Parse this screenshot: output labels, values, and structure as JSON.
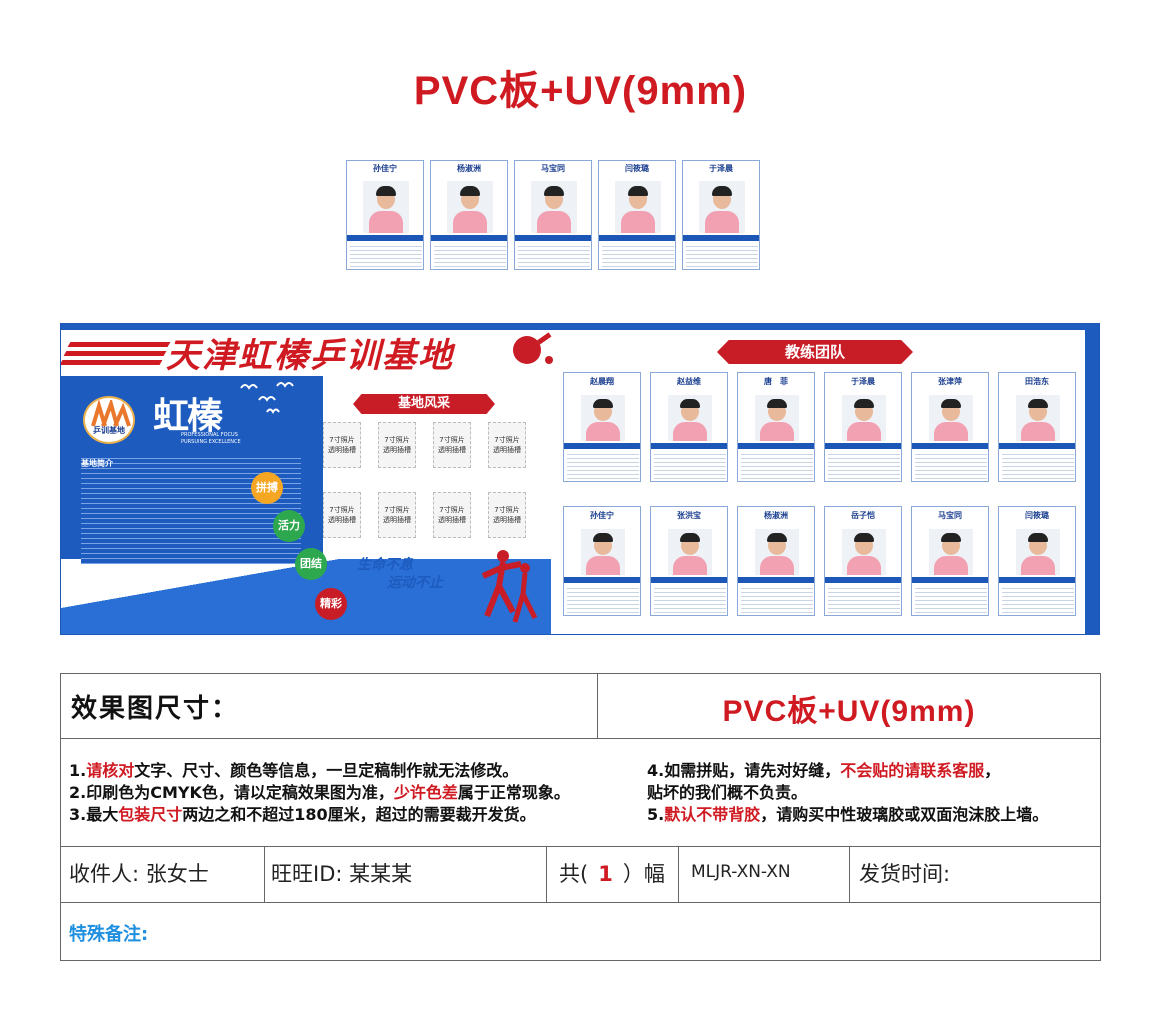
{
  "top_title": "PVC板+UV(9mm)",
  "preview_cards": [
    {
      "name": "孙佳宁"
    },
    {
      "name": "杨淑洲"
    },
    {
      "name": "马宝同"
    },
    {
      "name": "闫筱璐"
    },
    {
      "name": "于泽晨"
    }
  ],
  "banner": {
    "title": "天津虹榛乒训基地",
    "section_style": "基地风采",
    "section_team": "教练团队",
    "brand_char": "虹榛",
    "brand_en": "PROFESSIONAL FOCUS\nPURSUING EXCELLENCE",
    "logo_text": "乒训基地",
    "intro_title": "基地简介",
    "photo_slot_label": "7寸照片\n透明插槽",
    "values": [
      "拼搏",
      "活力",
      "团结",
      "精彩"
    ],
    "slogan_line1": "生命不息",
    "slogan_line2": "运动不止",
    "coaches_row1": [
      "赵晨翔",
      "赵益维",
      "唐　菲",
      "于泽晨",
      "张津萍",
      "田浩东"
    ],
    "coaches_row2": [
      "孙佳宁",
      "张洪宝",
      "杨淑洲",
      "岳子恺",
      "马宝同",
      "闫筱璐"
    ]
  },
  "colors": {
    "brand_red": "#d01a22",
    "brand_blue": "#1d5bbf",
    "note_blue": "#1f8fe0"
  },
  "table": {
    "size_label": "效果图尺寸：",
    "size_value": "PVC板+UV(9mm)",
    "notes_left": [
      {
        "pre": "1.",
        "red": "请核对",
        "post": "文字、尺寸、颜色等信息，一旦定稿制作就无法修改。"
      },
      {
        "pre": "2.印刷色为CMYK色，请以定稿效果图为准，",
        "red": "少许色差",
        "post": "属于正常现象。"
      },
      {
        "pre": "3.最大",
        "red": "包装尺寸",
        "post": "两边之和不超过180厘米，超过的需要裁开发货。"
      }
    ],
    "notes_right": [
      {
        "pre": "4.如需拼贴，请先对好缝，",
        "red": "不会贴的请联系客服",
        "post": "，"
      },
      {
        "pre": "  贴坏的我们概不负责。",
        "red": "",
        "post": ""
      },
      {
        "pre": "5.",
        "red": "默认不带背胶",
        "post": "，请购买中性玻璃胶或双面泡沫胶上墙。"
      }
    ],
    "recipient": "收件人: 张女士",
    "wangwang": "旺旺ID: 某某某",
    "count_pre": "共(",
    "count_value": "1",
    "count_post": "）幅",
    "code": "MLJR-XN-XN",
    "ship_time": "发货时间:",
    "special_note": "特殊备注:"
  }
}
